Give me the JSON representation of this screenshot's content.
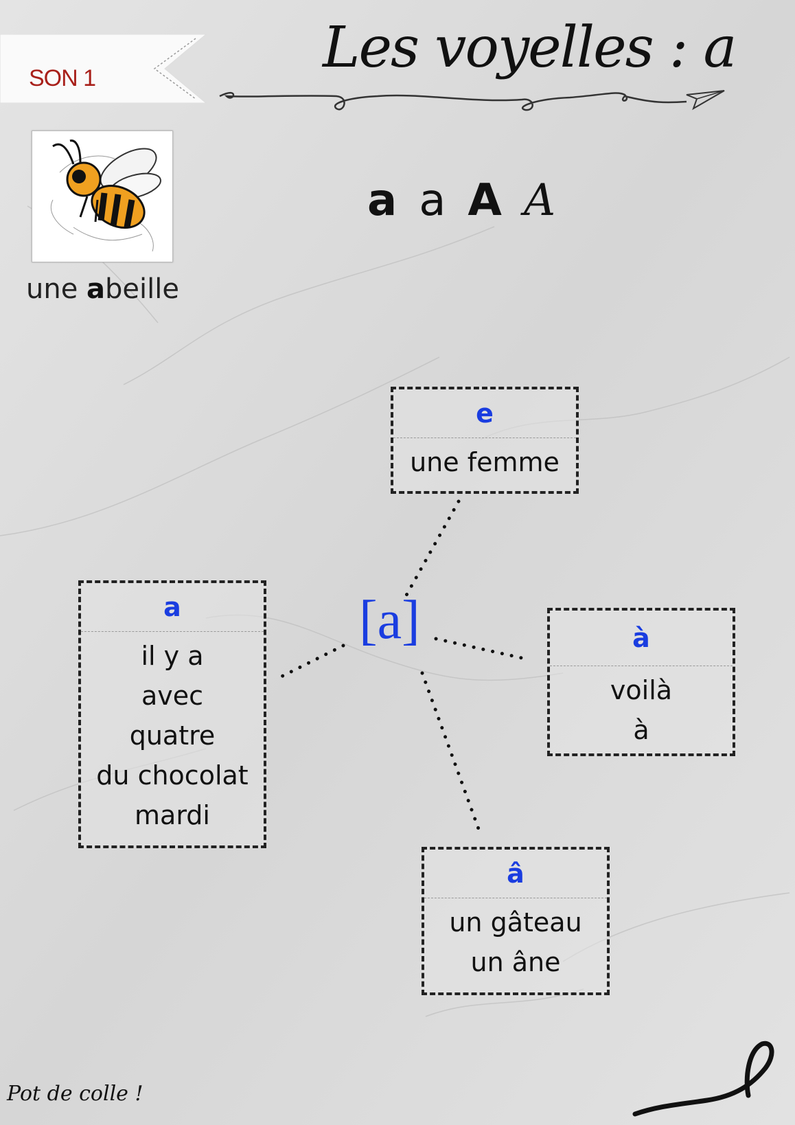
{
  "header": {
    "tag": "SON 1",
    "title": "Les voyelles : a"
  },
  "picture": {
    "word_prefix": "une ",
    "word_highlight": "a",
    "word_suffix": "beille"
  },
  "letter_forms": [
    "a",
    "a",
    "A",
    "A"
  ],
  "phoneme": "[a]",
  "boxes": {
    "e": {
      "grapheme": "e",
      "words": [
        "une femme"
      ]
    },
    "a": {
      "grapheme": "a",
      "words": [
        "il y a",
        "avec",
        "quatre",
        "du chocolat",
        "mardi"
      ]
    },
    "a_grave": {
      "grapheme": "à",
      "words": [
        "voilà",
        "à"
      ]
    },
    "a_circ": {
      "grapheme": "â",
      "words": [
        "un gâteau",
        "un âne"
      ]
    }
  },
  "footer": {
    "signature": "Pot de colle !"
  }
}
